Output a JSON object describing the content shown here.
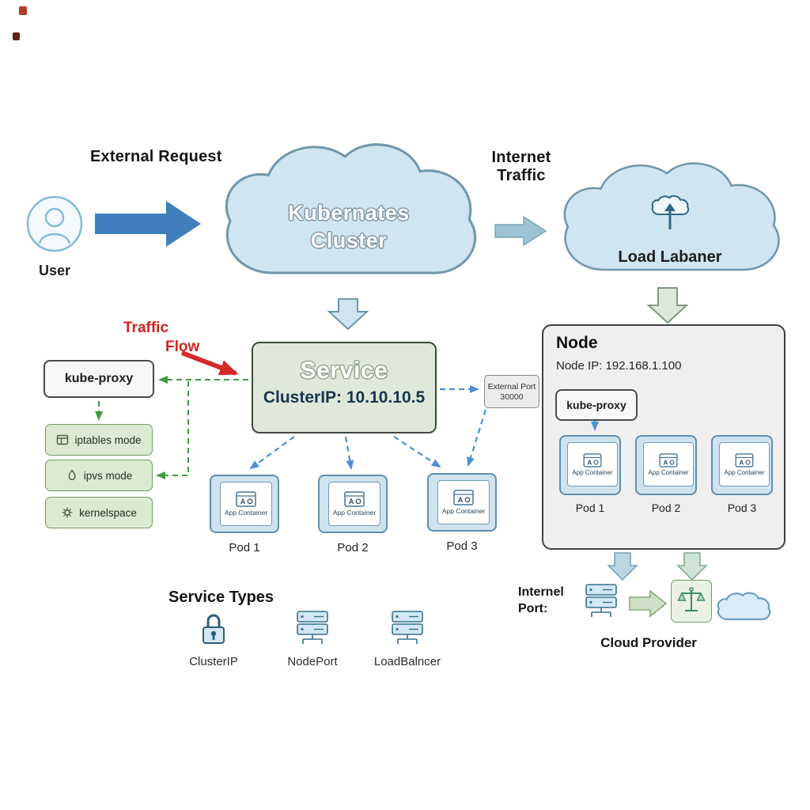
{
  "diagram": {
    "external_request": "External Request",
    "user_label": "User",
    "cluster": {
      "line1": "Kubernates",
      "line2": "Cluster"
    },
    "internet": {
      "line1": "Internet",
      "line2": "Traffic"
    },
    "load_balancer_label": "Load Labaner",
    "traffic_flow": {
      "line1": "Traffic",
      "line2": "Flow"
    },
    "kube_proxy_label": "kube-proxy",
    "proxy_modes": [
      {
        "label": "iptables mode"
      },
      {
        "label": "ipvs mode"
      },
      {
        "label": "kernelspace"
      }
    ],
    "service": {
      "title": "Service",
      "cluster_ip": "ClusterIP: 10.10.10.5"
    },
    "external_port": {
      "name": "External Port",
      "value": "30000"
    },
    "cluster_pods": [
      {
        "container": "App Container",
        "label": "Pod 1"
      },
      {
        "container": "App Container",
        "label": "Pod 2"
      },
      {
        "container": "App Container",
        "label": "Pod 3"
      }
    ],
    "node": {
      "title": "Node",
      "ip": "Node IP: 192.168.1.100",
      "kube_proxy_label": "kube-proxy",
      "pods": [
        {
          "container": "App Container",
          "label": "Pod 1"
        },
        {
          "container": "App Container",
          "label": "Pod 2"
        },
        {
          "container": "App Container",
          "label": "Pod 3"
        }
      ]
    },
    "internal_port": {
      "line1": "Internel",
      "line2": "Port:"
    },
    "cloud_provider_label": "Cloud Provider",
    "service_types": {
      "title": "Service Types",
      "items": [
        {
          "label": "ClusterIP"
        },
        {
          "label": "NodePort"
        },
        {
          "label": "LoadBalncer"
        }
      ]
    },
    "colors": {
      "cloud_fill": "#cfe5f1",
      "cloud_stroke": "#7096ab",
      "service_fill": "#dfe8da",
      "node_fill": "#efefef",
      "pod_fill": "#cfe3ef",
      "pod_stroke": "#5e8fae",
      "mode_fill": "#dcead2",
      "mode_stroke": "#6f9c5e",
      "arrow_blue": "#3f7fbe",
      "dashed_green": "#3f9b3f",
      "dashed_blue": "#4a90d9",
      "arrow_red": "#d42a2a"
    }
  }
}
